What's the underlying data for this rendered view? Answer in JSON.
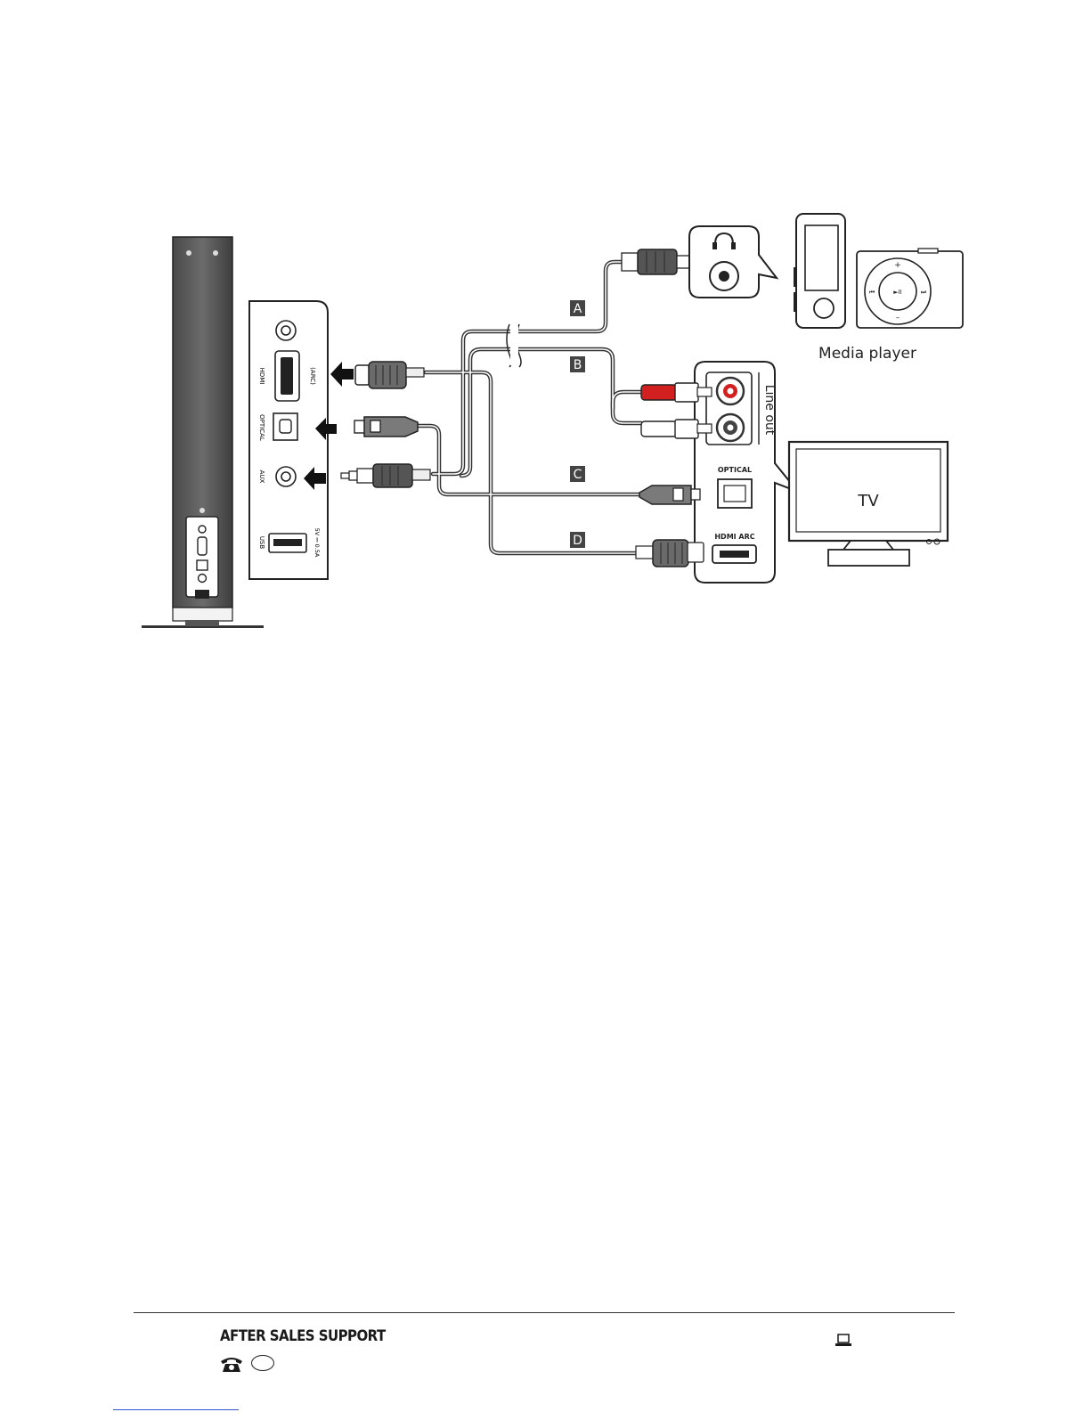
{
  "labels": {
    "media_player": "Media player",
    "tv": "TV",
    "line_out": "Line out",
    "tv_optical": "OPTICAL",
    "tv_hdmi_arc": "HDMI ARC",
    "panel_hdmi": "HDMI",
    "panel_arc": "(ARC)",
    "panel_optical": "OPTICAL",
    "panel_aux": "AUX",
    "panel_usb": "USB",
    "panel_usb_rating": "5V ⎓ 0.5A"
  },
  "cables": {
    "a": "A",
    "b": "B",
    "c": "C",
    "d": "D"
  },
  "footer": {
    "support_title": "AFTER SALES SUPPORT"
  },
  "icons": {
    "phone": "phone-icon",
    "laptop": "laptop-icon"
  }
}
